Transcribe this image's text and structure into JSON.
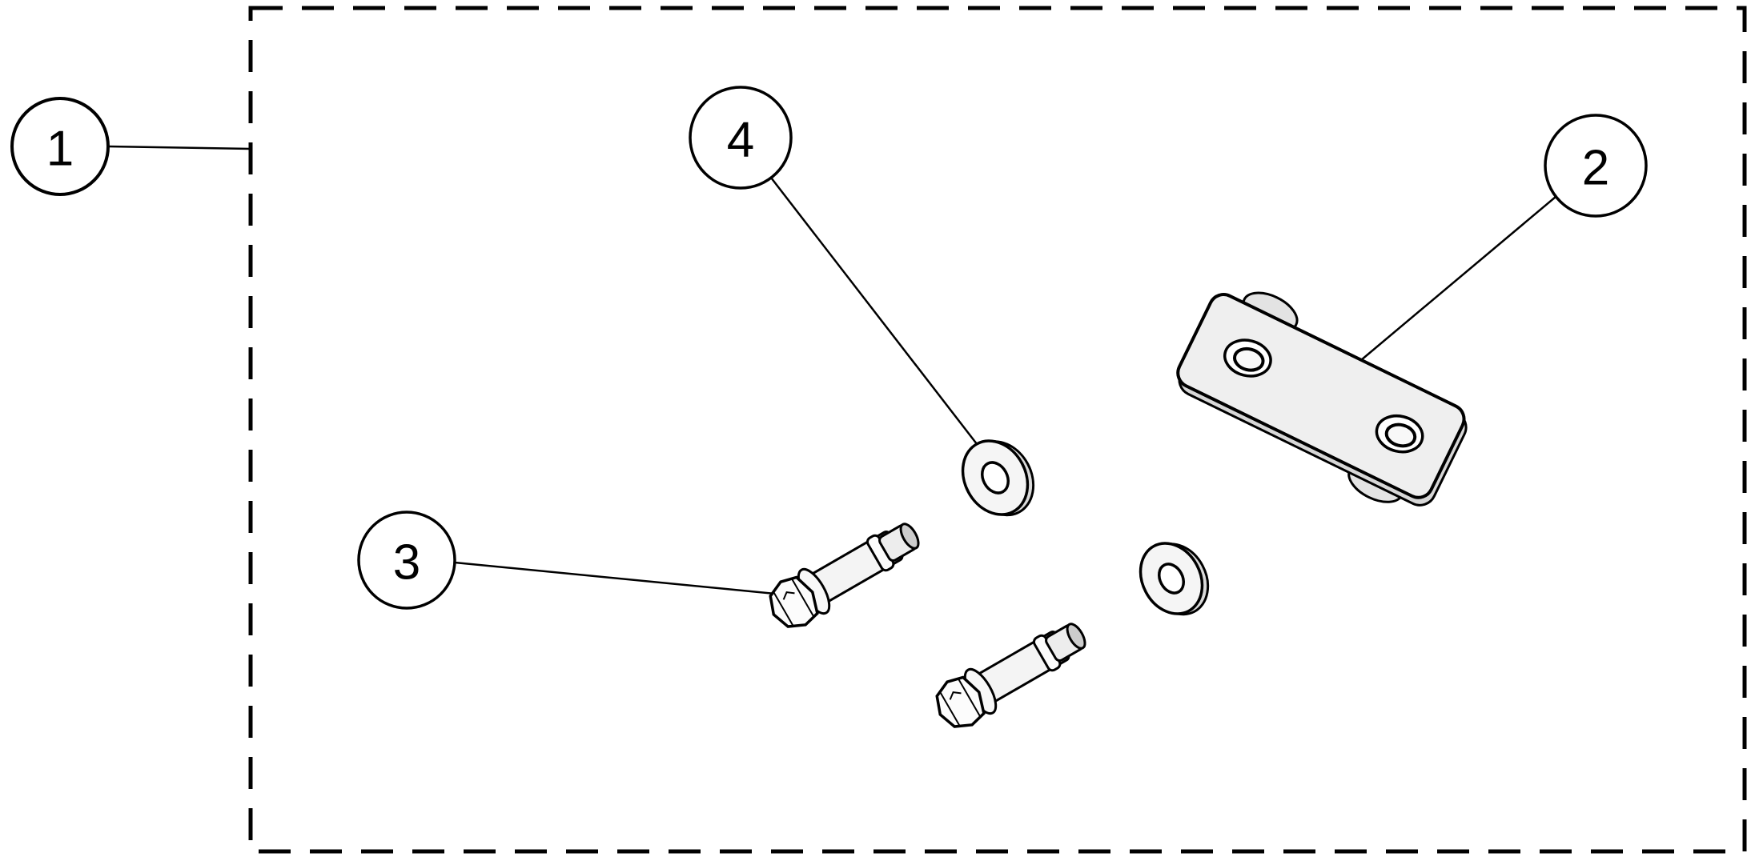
{
  "diagram": {
    "type": "exploded-parts-diagram",
    "callouts": [
      {
        "label": "1",
        "target": "kit-boundary"
      },
      {
        "label": "2",
        "target": "mounting-plate"
      },
      {
        "label": "3",
        "target": "flange-bolt"
      },
      {
        "label": "4",
        "target": "washer"
      }
    ],
    "parts": [
      {
        "name": "kit-boundary-dashed-box"
      },
      {
        "name": "mounting-plate"
      },
      {
        "name": "flange-bolt-1"
      },
      {
        "name": "flange-bolt-2"
      },
      {
        "name": "washer-1"
      },
      {
        "name": "washer-2"
      }
    ],
    "colors": {
      "line": "#000000",
      "part_fill": "#f2f2f2",
      "part_shade": "#d8d8d8",
      "background": "#ffffff"
    }
  }
}
